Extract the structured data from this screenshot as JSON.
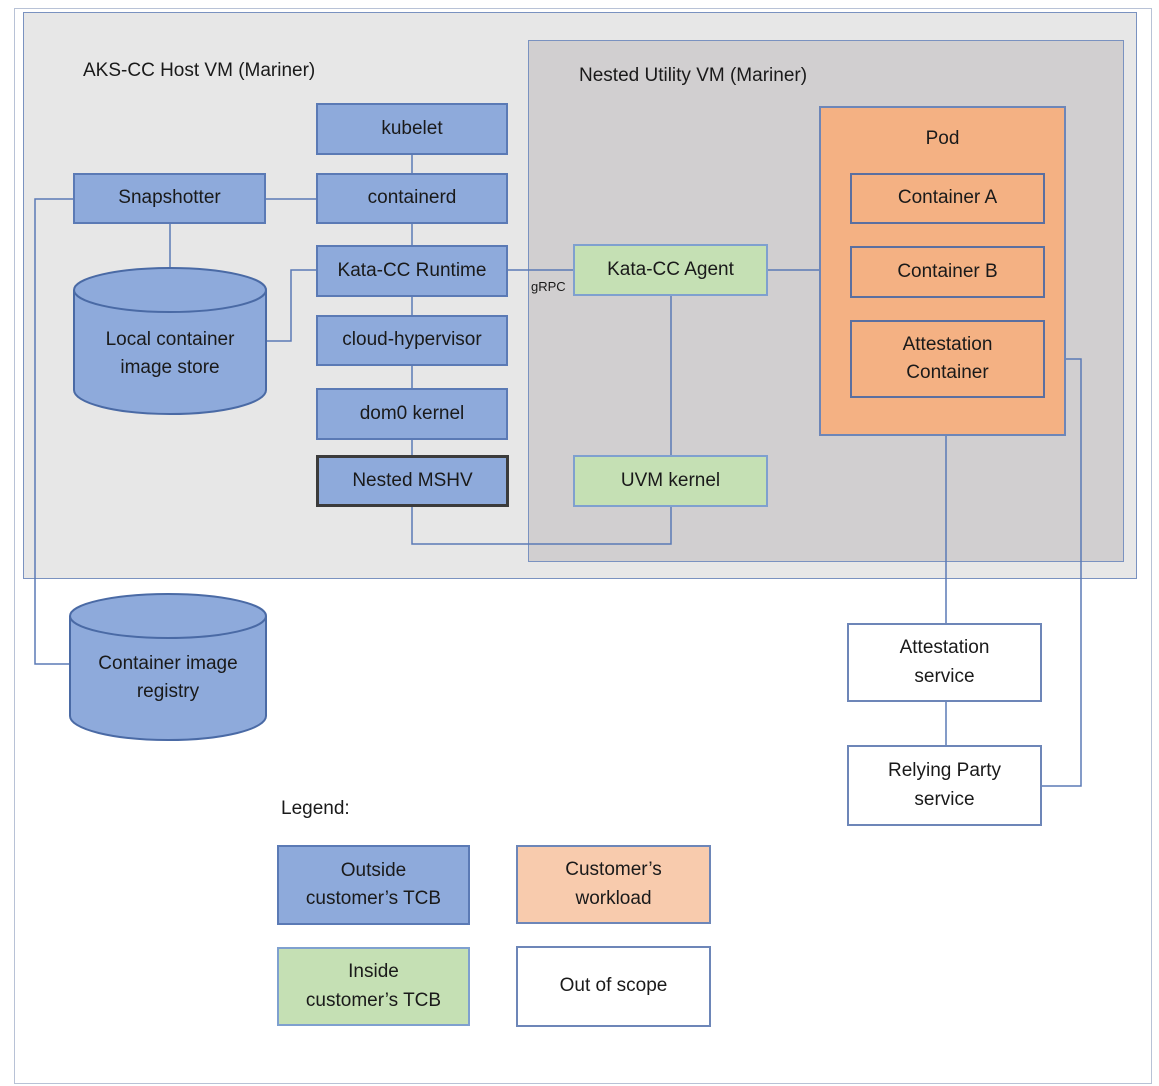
{
  "host_vm": {
    "title": "AKS-CC Host VM (Mariner)"
  },
  "utility_vm": {
    "title": "Nested Utility VM (Mariner)"
  },
  "host_components": {
    "kubelet": "kubelet",
    "containerd": "containerd",
    "snapshotter": "Snapshotter",
    "kata_runtime": "Kata-CC Runtime",
    "cloud_hypervisor": "cloud-hypervisor",
    "dom0_kernel": "dom0 kernel",
    "nested_mshv": "Nested MSHV",
    "local_store_line1": "Local container",
    "local_store_line2": "image store"
  },
  "uvm_components": {
    "kata_agent": "Kata-CC Agent",
    "uvm_kernel": "UVM kernel",
    "grpc_label": "gRPC"
  },
  "pod": {
    "title": "Pod",
    "container_a": "Container A",
    "container_b": "Container B",
    "attestation_line1": "Attestation",
    "attestation_line2": "Container"
  },
  "external": {
    "registry_line1": "Container image",
    "registry_line2": "registry",
    "attestation_service_line1": "Attestation",
    "attestation_service_line2": "service",
    "relying_party_line1": "Relying Party",
    "relying_party_line2": "service"
  },
  "legend": {
    "title": "Legend:",
    "outside_tcb_line1": "Outside",
    "outside_tcb_line2": "customer’s TCB",
    "workload_line1": "Customer’s",
    "workload_line2": "workload",
    "inside_tcb_line1": "Inside",
    "inside_tcb_line2": "customer’s TCB",
    "out_of_scope": "Out of scope"
  },
  "colors": {
    "outside_tcb": "#8eaadb",
    "inside_tcb": "#c5e0b4",
    "workload": "#f4b183",
    "workload_legend": "#f8cbad",
    "out_of_scope": "#ffffff",
    "connector": "#5b7ab5"
  }
}
